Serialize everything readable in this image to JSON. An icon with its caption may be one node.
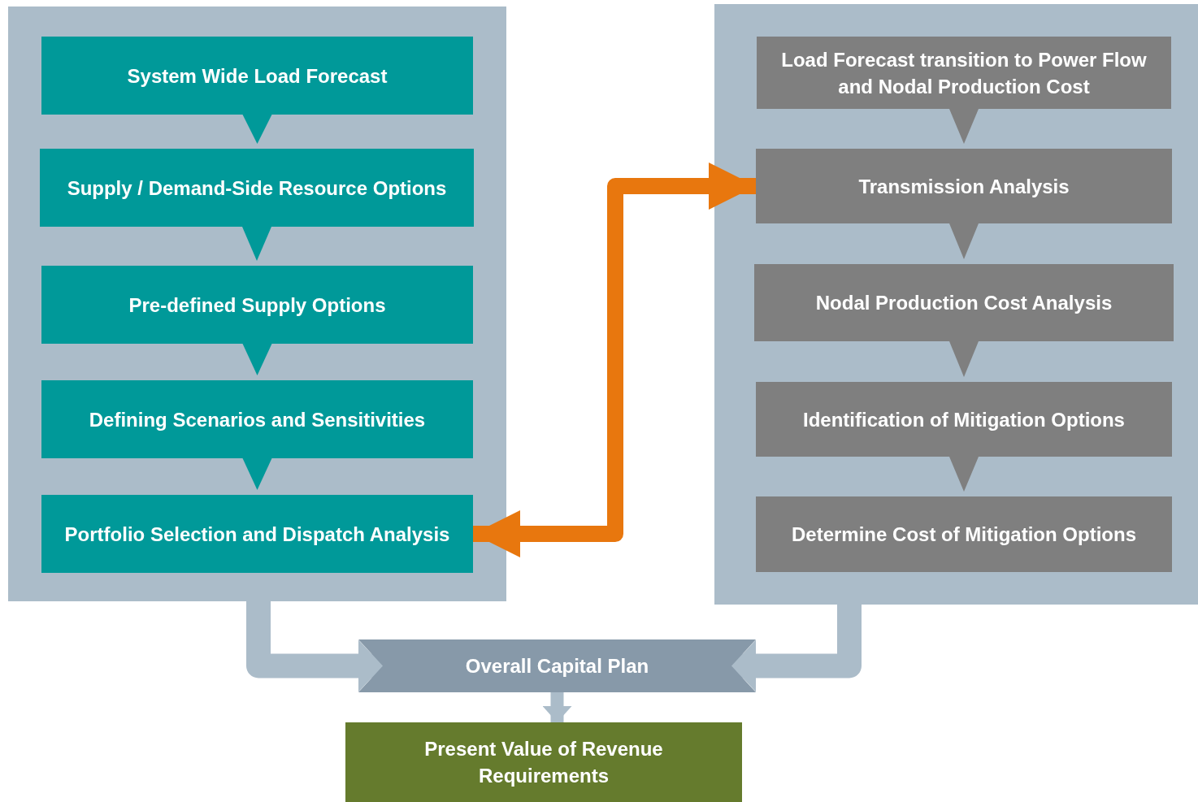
{
  "diagram": {
    "nodes": [
      {
        "text": [],
        "shape": "box"
      },
      {
        "text": [
          "System  Wide Load Forecast"
        ],
        "in": 0
      },
      {
        "text": [
          "Supply / Demand-Side Resource Options"
        ],
        "in": 0
      },
      {
        "text": [
          "Pre-defined Supply Options"
        ],
        "in": 0
      },
      {
        "text": [
          "Defining Scenarios and Sensitivities"
        ],
        "in": 0
      },
      {
        "text": [
          "Portfolio Selection and Dispatch Analysis"
        ],
        "in": 0
      },
      {
        "text": [],
        "shape": "box"
      },
      {
        "text": [
          "Load Forecast transition to Power Flow and Nodal Production Cost"
        ],
        "in": 6
      },
      {
        "text": [
          "Transmission Analysis"
        ],
        "in": 6
      },
      {
        "text": [
          "Nodal Production Cost Analysis"
        ],
        "in": 6
      },
      {
        "text": [
          "Identification of Mitigation Options"
        ],
        "in": 6
      },
      {
        "text": [
          "Determine Cost of Mitigation Options"
        ],
        "in": 6
      },
      {
        "text": [
          "Overall Capital Plan"
        ]
      },
      {
        "text": [
          "Present Value of Revenue Requirements"
        ]
      }
    ],
    "edges": [
      {
        "from": 1,
        "to": 2,
        "arrow": "to",
        "color": "#009999"
      },
      {
        "from": 2,
        "to": 3,
        "arrow": "to",
        "color": "#009999"
      },
      {
        "from": 3,
        "to": 4,
        "arrow": "to",
        "color": "#009999"
      },
      {
        "from": 4,
        "to": 5,
        "arrow": "to",
        "color": "#009999"
      },
      {
        "from": 7,
        "to": 8,
        "arrow": "to",
        "color": "#7f7f7f"
      },
      {
        "from": 8,
        "to": 9,
        "arrow": "to",
        "color": "#7f7f7f"
      },
      {
        "from": 9,
        "to": 10,
        "arrow": "to",
        "color": "#7f7f7f"
      },
      {
        "from": 10,
        "to": 11,
        "arrow": "to",
        "color": "#7f7f7f"
      },
      {
        "from": 5,
        "to": 8,
        "arrow": "both",
        "color": "#e8770e"
      },
      {
        "from": 0,
        "to": 12,
        "arrow": "to",
        "color": "#abbcc9"
      },
      {
        "from": 6,
        "to": 12,
        "arrow": "to",
        "color": "#abbcc9"
      },
      {
        "from": 12,
        "to": 13,
        "arrow": "to",
        "color": "#abbcc9"
      }
    ]
  }
}
